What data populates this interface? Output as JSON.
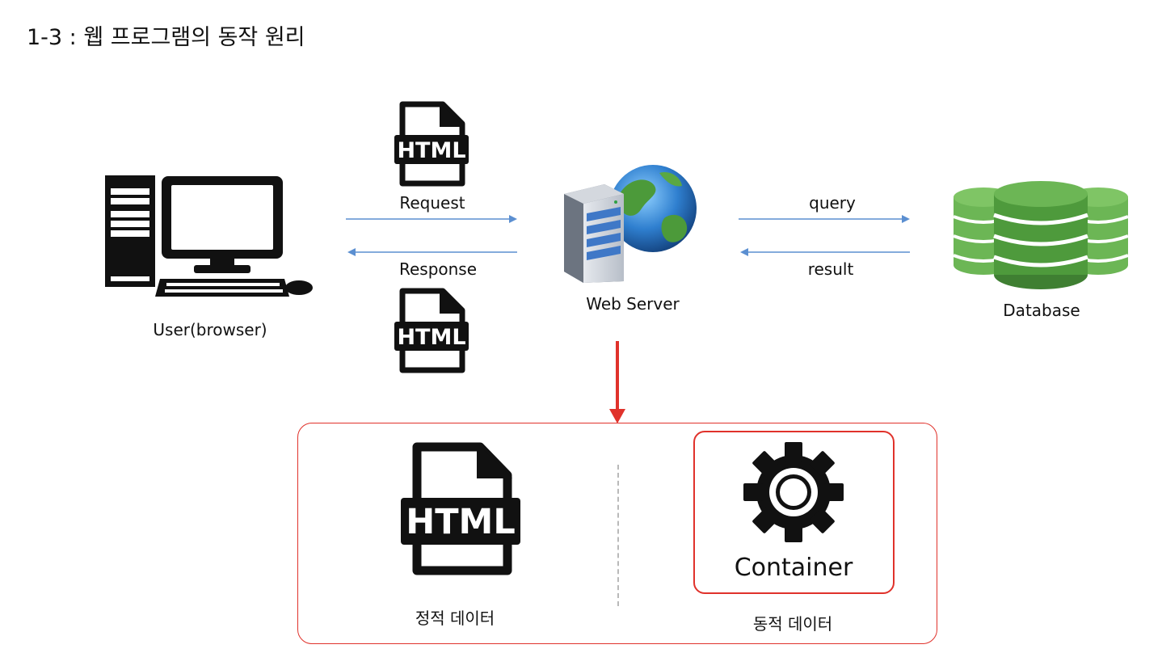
{
  "title": "1-3 : 웹 프로그램의 동작 원리",
  "labels": {
    "user": "User(browser)",
    "request": "Request",
    "response": "Response",
    "web_server": "Web Server",
    "query": "query",
    "result": "result",
    "database": "Database",
    "static_data": "정적 데이터",
    "dynamic_data": "동적 데이터",
    "container": "Container"
  },
  "file_icon_text": "HTML",
  "colors": {
    "arrow_blue": "#5b8fd1",
    "arrow_red": "#e0322b",
    "box_red": "#e0322b",
    "db_green": "#6cb655",
    "db_dark": "#3f7f32",
    "icon_black": "#111111"
  },
  "icons": [
    "computer-icon",
    "html-file-icon",
    "web-server-globe-icon",
    "database-icon",
    "gear-icon"
  ]
}
